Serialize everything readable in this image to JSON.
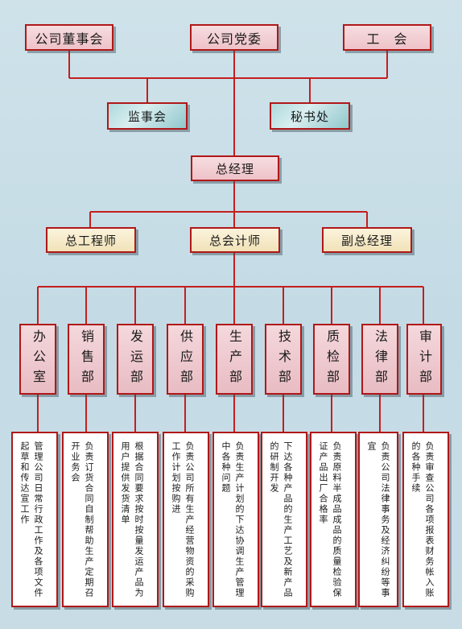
{
  "top": [
    "公司董事会",
    "公司党委",
    "工　会"
  ],
  "supervision": [
    "监事会",
    "秘书处"
  ],
  "gm": "总经理",
  "deputies": [
    "总工程师",
    "总会计师",
    "副总经理"
  ],
  "departments": [
    {
      "name": "办公室",
      "duty": "管理公司日常行政工作及各项文件起草和传达宣工作"
    },
    {
      "name": "销售部",
      "duty": "负责订货合同自制帮助生产定期召开业务会"
    },
    {
      "name": "发运部",
      "duty": "根据合同要求按时按量发运产品为用户提供发货清单"
    },
    {
      "name": "供应部",
      "duty": "负责公司所有生产经营物资的采购工作计划按购进"
    },
    {
      "name": "生产部",
      "duty": "负责生产计划的下达协调生产管理中各种问题"
    },
    {
      "name": "技术部",
      "duty": "下达各种产品的生产工艺及新产品的研制开发"
    },
    {
      "name": "质检部",
      "duty": "负责原料半成品成品的质量检验保证产品出厂合格率"
    },
    {
      "name": "法律部",
      "duty": "负责公司法律事务及经济纠纷等事宜"
    },
    {
      "name": "审计部",
      "duty": "负责审查公司各项报表财务帐入账的各种手续"
    }
  ],
  "colors": {
    "border": "#b01818",
    "line": "#c41e1e",
    "background": "#c9dde7"
  }
}
